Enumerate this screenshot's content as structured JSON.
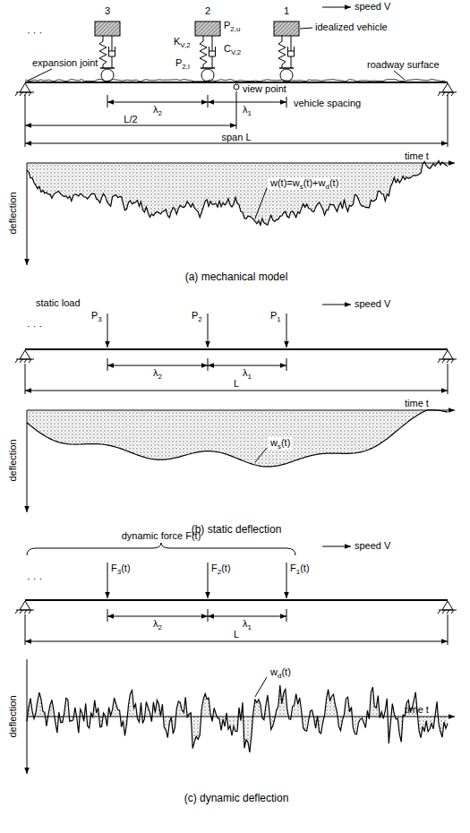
{
  "diagram": {
    "labels": [
      "3",
      "2",
      "speed V",
      "1",
      "K",
      "V,2",
      "P",
      "2,u",
      "P",
      "2,l",
      "C",
      "V,2",
      "idealized vehicle",
      "· · ·",
      "expansion joint",
      "roadway surface",
      "view point",
      "λ",
      "2",
      "λ",
      "1",
      "vehicle spacing",
      "L/2",
      "span L",
      "time t",
      "deflection",
      "w",
      "(t)=w",
      "s",
      "(t)+w",
      "d",
      "(t)",
      "(a)  mechanical model",
      "static load",
      "speed V",
      "· · ·",
      "P",
      "3",
      "P",
      "2",
      "P",
      "1",
      "λ",
      "2",
      "λ",
      "1",
      "L",
      "time t",
      "deflection",
      "w",
      "s",
      "(t)",
      "(b)  static deflection",
      "dynamic force F(t)",
      "speed V",
      "· · ·",
      "F",
      "3",
      "(t)",
      "F",
      "2",
      "(t)",
      "F",
      "1",
      "(t)",
      "λ",
      "2",
      "λ",
      "1",
      "L",
      "time t",
      "deflection",
      "w",
      "d",
      "(t)",
      "(c)  dynamic deflection"
    ]
  }
}
